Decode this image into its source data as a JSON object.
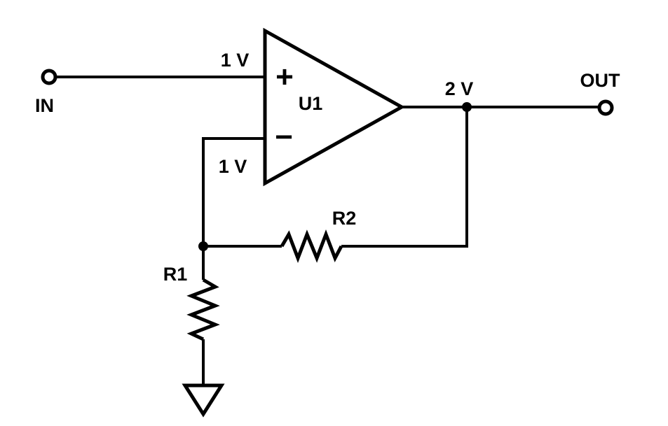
{
  "diagram": {
    "kind": "op-amp-circuit-schematic",
    "colors": {
      "background": "#ffffff",
      "line": "#000000",
      "text": "#000000"
    },
    "opamp": {
      "designator": "U1",
      "noninverting_symbol": "+",
      "inverting_symbol": "−"
    },
    "terminals": {
      "input_label": "IN",
      "output_label": "OUT"
    },
    "node_voltages": {
      "noninverting_input": "1 V",
      "inverting_input": "1 V",
      "output": "2 V"
    },
    "components": {
      "feedback_resistor": "R2",
      "shunt_resistor": "R1"
    }
  }
}
